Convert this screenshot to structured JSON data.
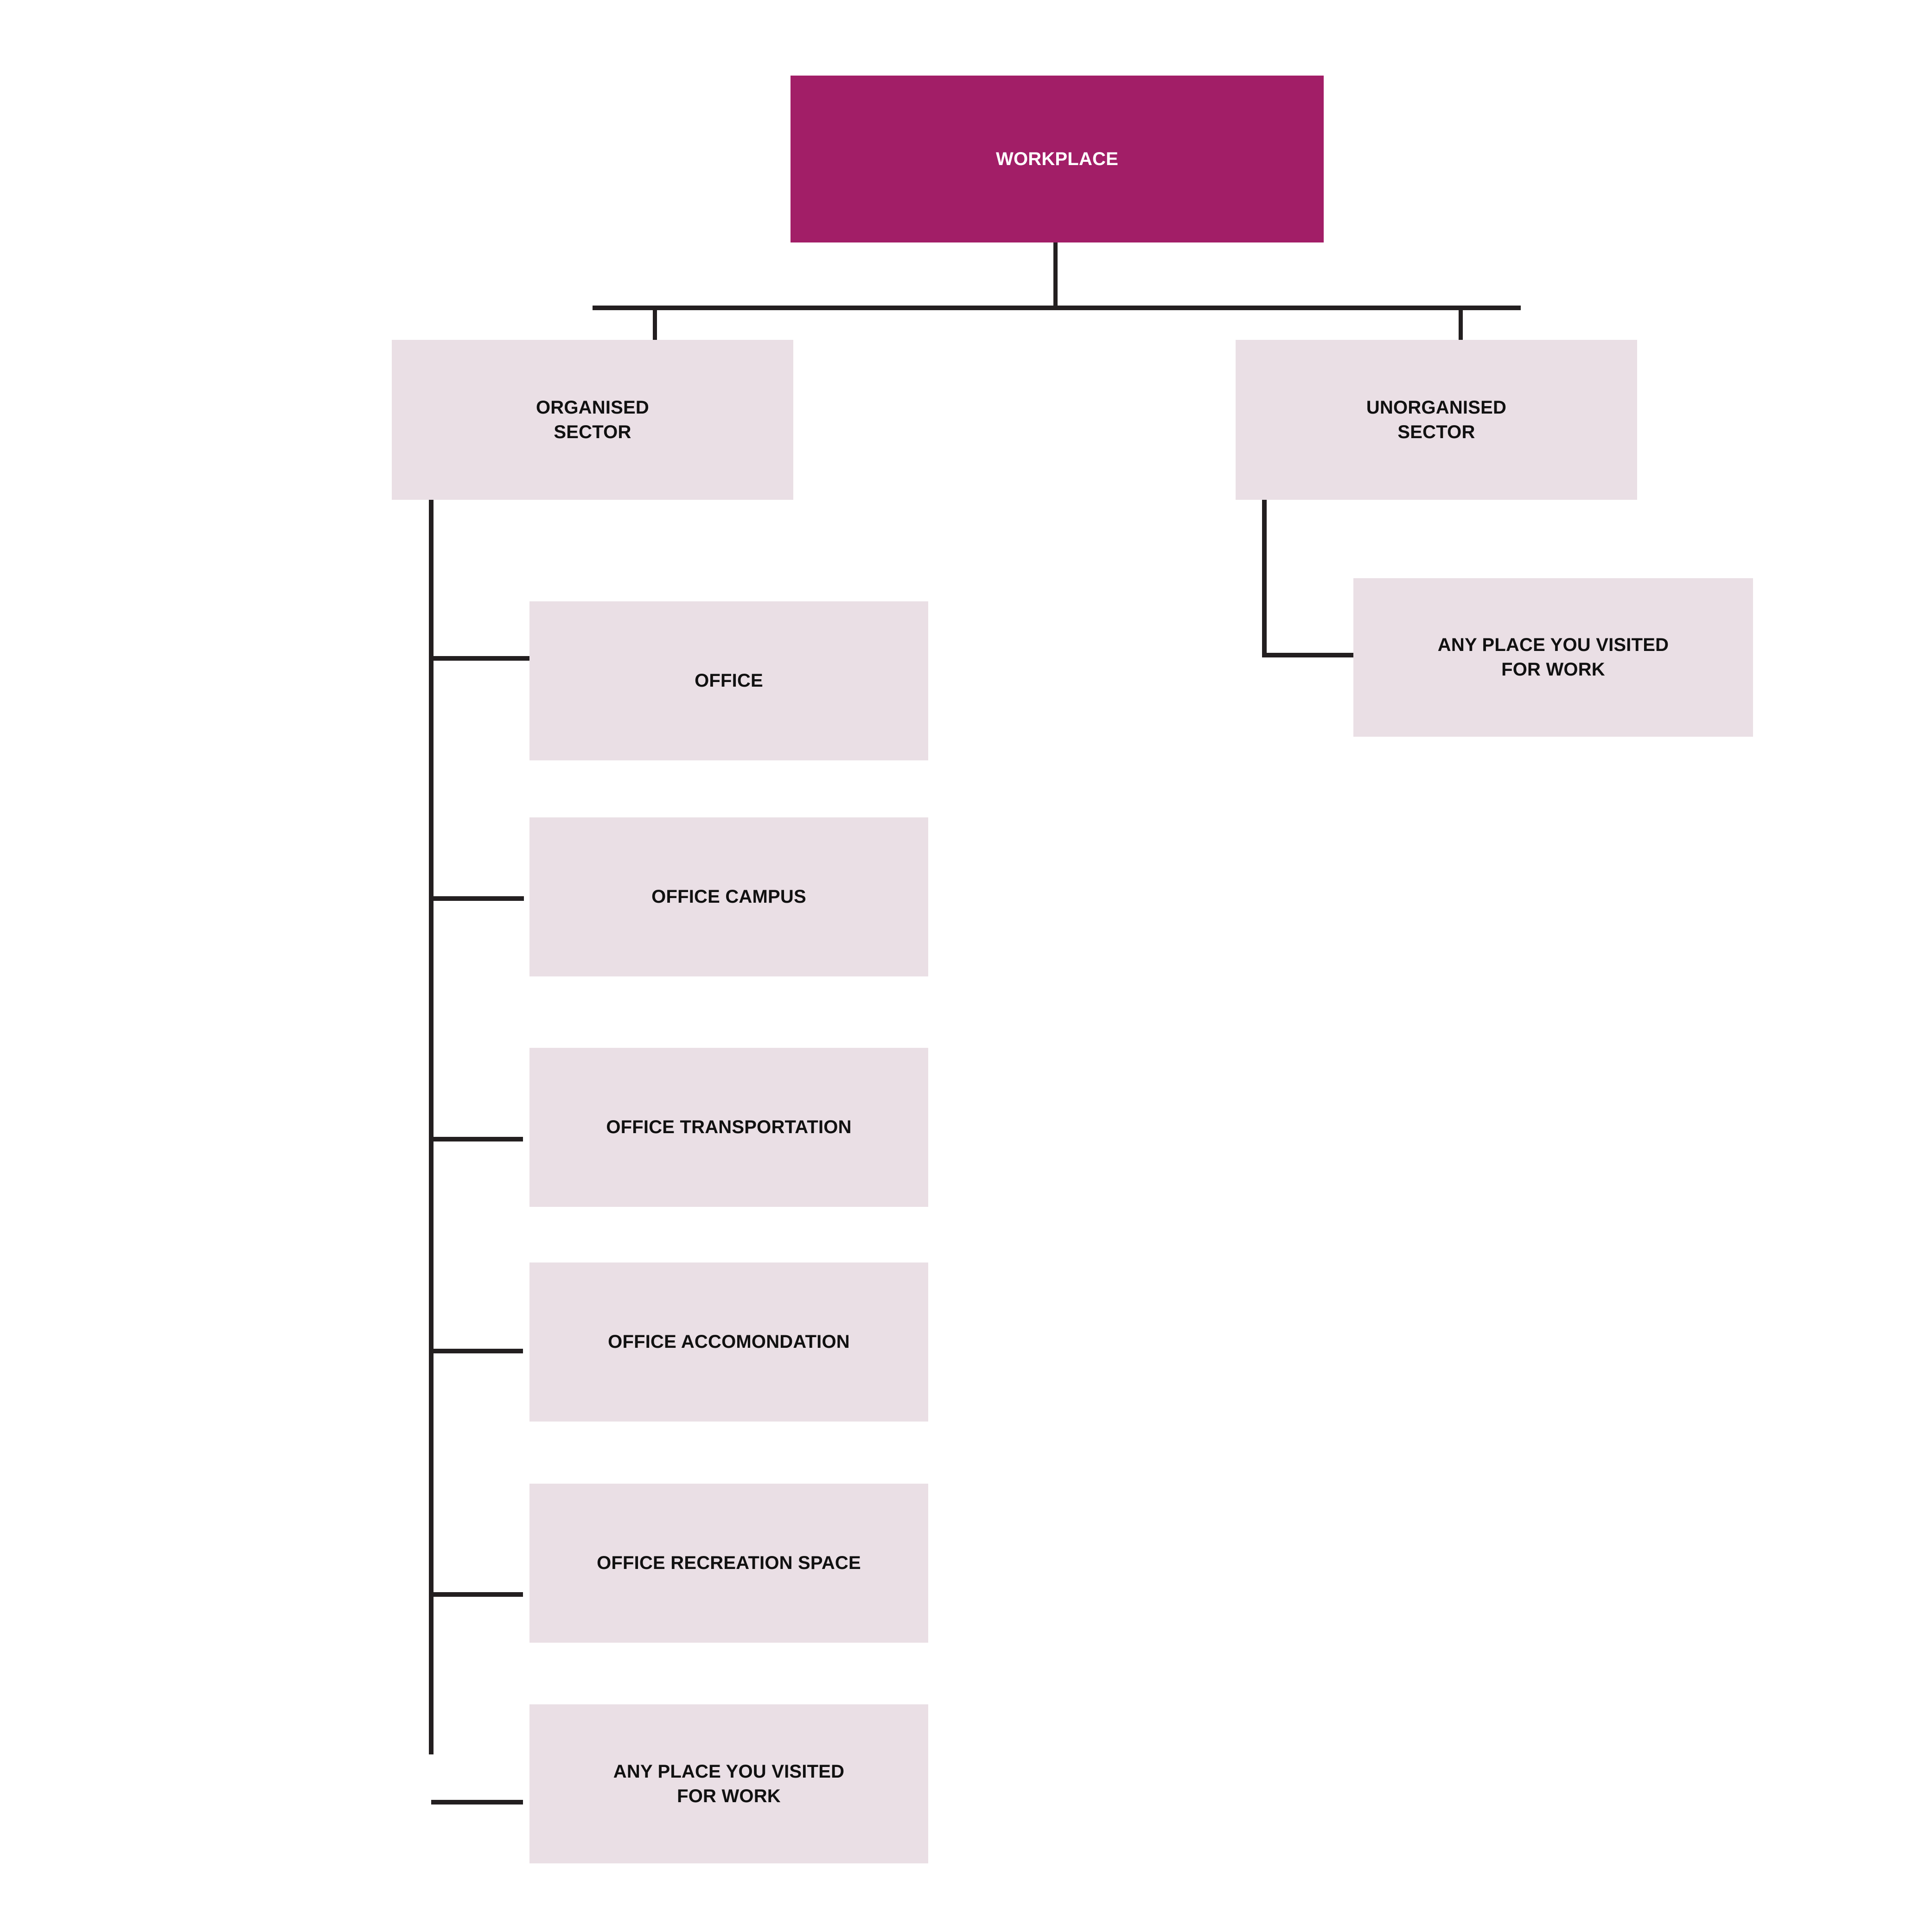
{
  "diagram": {
    "title": "WORKPLACE",
    "type": "hierarchy-tree",
    "colors": {
      "root_fill": "#A21E67",
      "root_text": "#FFFFFF",
      "node_fill": "#EADFE5",
      "node_text": "#111111",
      "connector": "#231F20",
      "background": "#FFFFFF"
    },
    "root": {
      "label": "WORKPLACE"
    },
    "branches": [
      {
        "id": "organised",
        "label": "ORGANISED\nSECTOR",
        "children": [
          {
            "id": "office",
            "label": "OFFICE"
          },
          {
            "id": "office-campus",
            "label": "OFFICE CAMPUS"
          },
          {
            "id": "office-transportation",
            "label": "OFFICE TRANSPORTATION"
          },
          {
            "id": "office-accomondation",
            "label": "OFFICE ACCOMONDATION"
          },
          {
            "id": "office-recreation-space",
            "label": "OFFICE RECREATION SPACE"
          },
          {
            "id": "any-place-visited-organised",
            "label": "ANY PLACE YOU VISITED\nFOR WORK"
          }
        ]
      },
      {
        "id": "unorganised",
        "label": "UNORGANISED\nSECTOR",
        "children": [
          {
            "id": "any-place-visited-unorganised",
            "label": "ANY PLACE YOU VISITED\nFOR WORK"
          }
        ]
      }
    ]
  }
}
